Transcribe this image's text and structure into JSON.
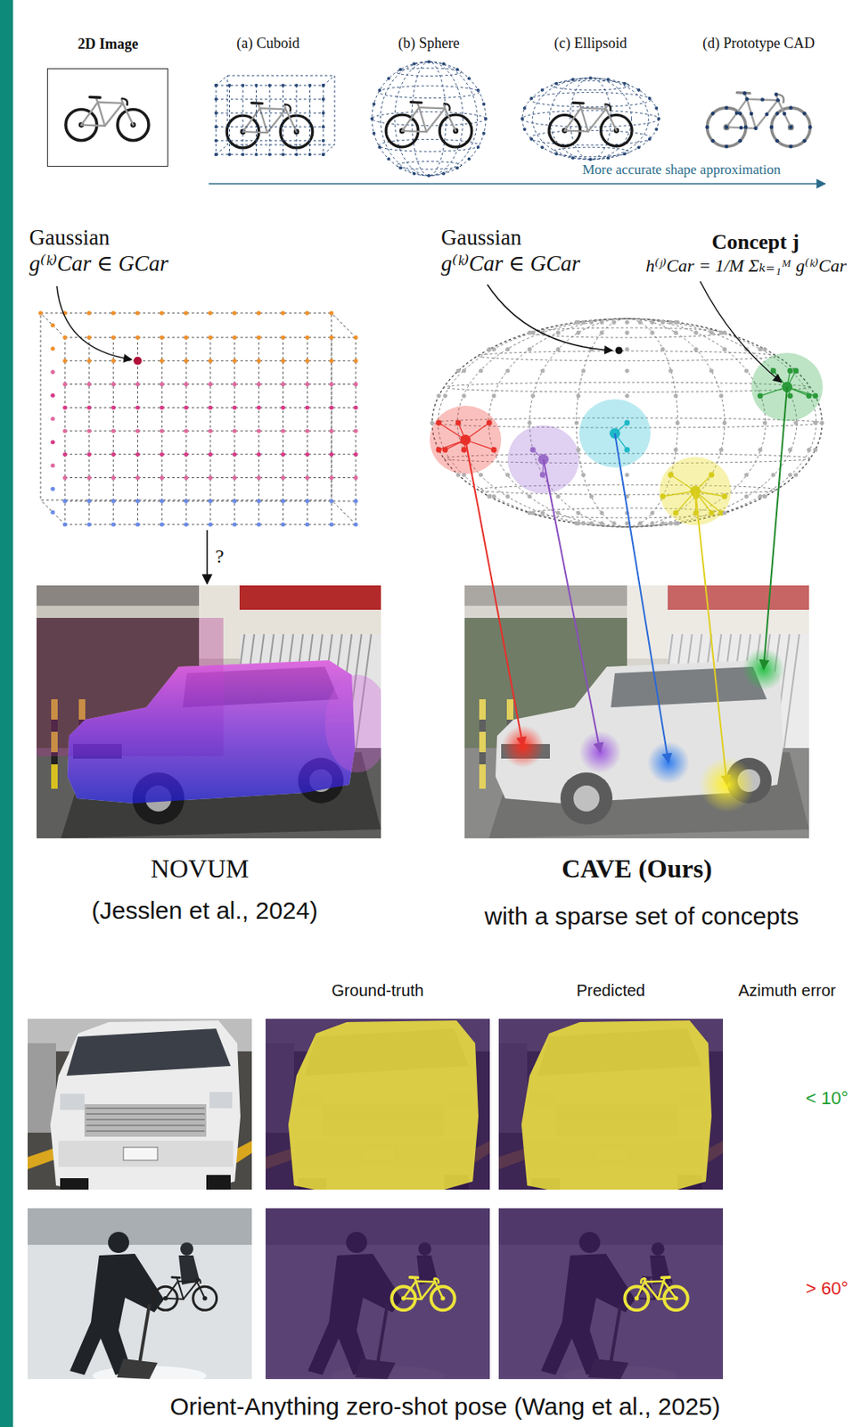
{
  "diagram": {
    "nodes": [
      {
        "text": [
          "2D Image"
        ]
      },
      {
        "text": [
          "Gaussian",
          "g⁽ᵏ⁾Car ∈ GCar"
        ]
      },
      {
        "text": [
          "NOVUM",
          "(Jesslen et al., 2024)"
        ]
      },
      {
        "text": [
          "Gaussian",
          "g⁽ᵏ⁾Car ∈ GCar"
        ]
      },
      {
        "text": [
          "CAVE (Ours)",
          "with a sparse set of concepts"
        ]
      },
      {
        "text": [
          "Ground-truth"
        ]
      },
      {
        "text": [
          "Predicted"
        ]
      }
    ],
    "edges": [
      {
        "from": 1,
        "to": 2,
        "arrow": "to",
        "label": "?"
      },
      {
        "from": 3,
        "to": 4,
        "arrow": "to"
      },
      {
        "from": 3,
        "to": 4,
        "arrow": "to"
      },
      {
        "from": 3,
        "to": 4,
        "arrow": "to"
      },
      {
        "from": 3,
        "to": 4,
        "arrow": "to"
      },
      {
        "from": 3,
        "to": 4,
        "arrow": "to"
      }
    ],
    "labels": [
      "(a) Cuboid",
      "(b) Sphere",
      "(c) Ellipsoid",
      "(d) Prototype CAD",
      "More accurate shape approximation",
      "Concept j",
      "h⁽ʲ⁾Car = 1/M Σₖ₌₁ᴹ g⁽ᵏ⁾Car",
      "Azimuth error",
      "< 10°",
      "> 60°",
      "Orient-Anything zero-shot pose (Wang et al., 2025)"
    ]
  }
}
